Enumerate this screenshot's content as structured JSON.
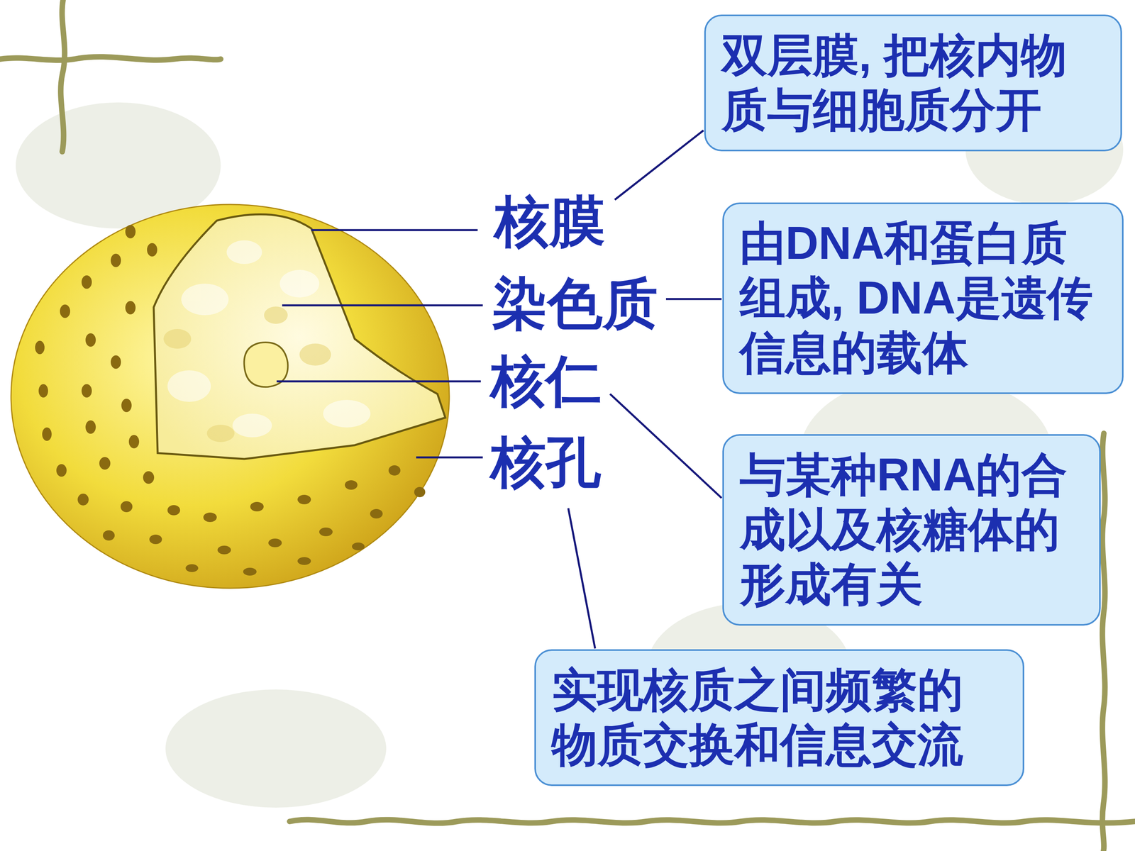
{
  "diagram": {
    "nodes": [
      {
        "text": [
          "双层膜, 把核内物质与细胞质分开"
        ]
      },
      {
        "text": [
          "由DNA和蛋白质组成, DNA是遗传信息的载体"
        ]
      },
      {
        "text": [
          "与某种RNA的合成以及核糖体的形成有关"
        ]
      },
      {
        "text": [
          "实现核质之间频繁的物质交换和信息交流"
        ]
      }
    ],
    "labels": [
      "核膜",
      "染色质",
      "核仁",
      "核孔"
    ]
  }
}
